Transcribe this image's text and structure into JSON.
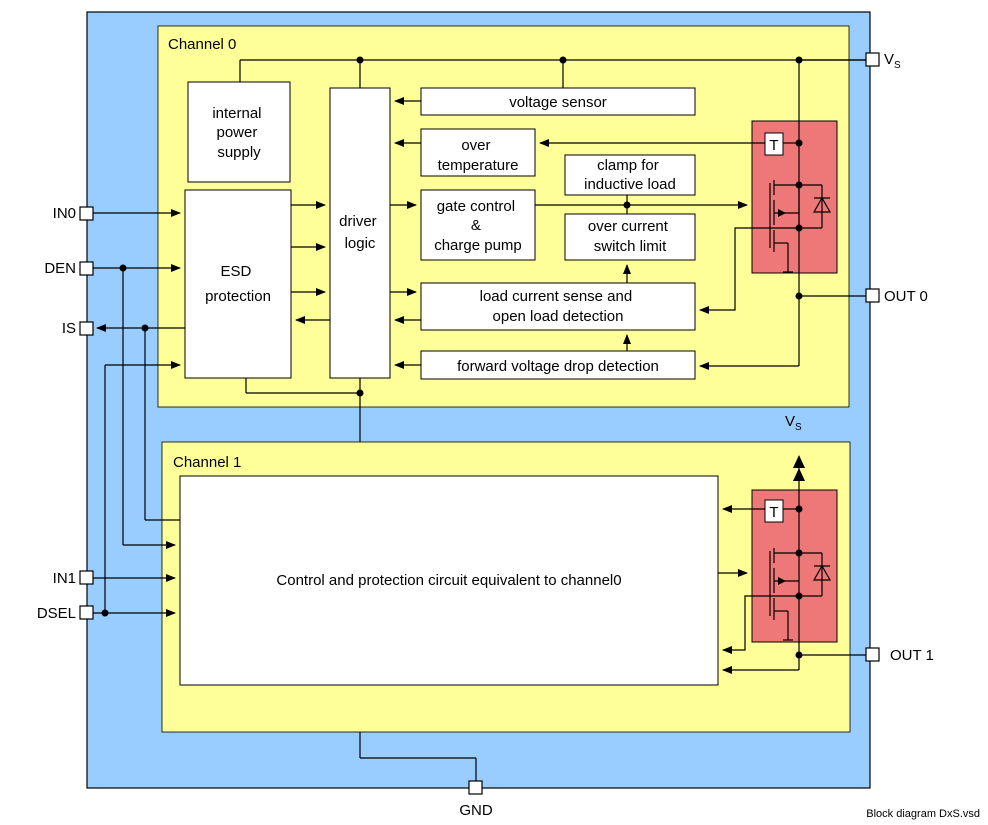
{
  "channel0": {
    "title": "Channel 0",
    "internal_power_supply": [
      "internal",
      "power",
      "supply"
    ],
    "esd_protection": [
      "ESD",
      "protection"
    ],
    "driver_logic": [
      "driver",
      "logic"
    ],
    "voltage_sensor": "voltage sensor",
    "over_temperature": [
      "over",
      "temperature"
    ],
    "clamp": [
      "clamp for",
      "inductive load"
    ],
    "gate_control": [
      "gate control",
      "&",
      "charge pump"
    ],
    "over_current": [
      "over current",
      "switch limit"
    ],
    "load_current_sense": [
      "load current sense and",
      "open load detection"
    ],
    "forward_voltage_drop": "forward voltage drop detection",
    "temp_sensor_symbol": "T"
  },
  "channel1": {
    "title": "Channel 1",
    "control_circuit": "Control and protection circuit equivalent to channel0",
    "temp_sensor_symbol": "T"
  },
  "pins": {
    "vs": "V",
    "vs_sub": "S",
    "in0": "IN0",
    "den": "DEN",
    "is": "IS",
    "in1": "IN1",
    "dsel": "DSEL",
    "out0": "OUT 0",
    "out1": "OUT 1",
    "gnd": "GND"
  },
  "footer": "Block diagram DxS.vsd",
  "colors": {
    "package": "#99ccff",
    "channel": "#ffff99",
    "power_stage": "#ee7777",
    "block": "#ffffff",
    "line": "#000000"
  }
}
